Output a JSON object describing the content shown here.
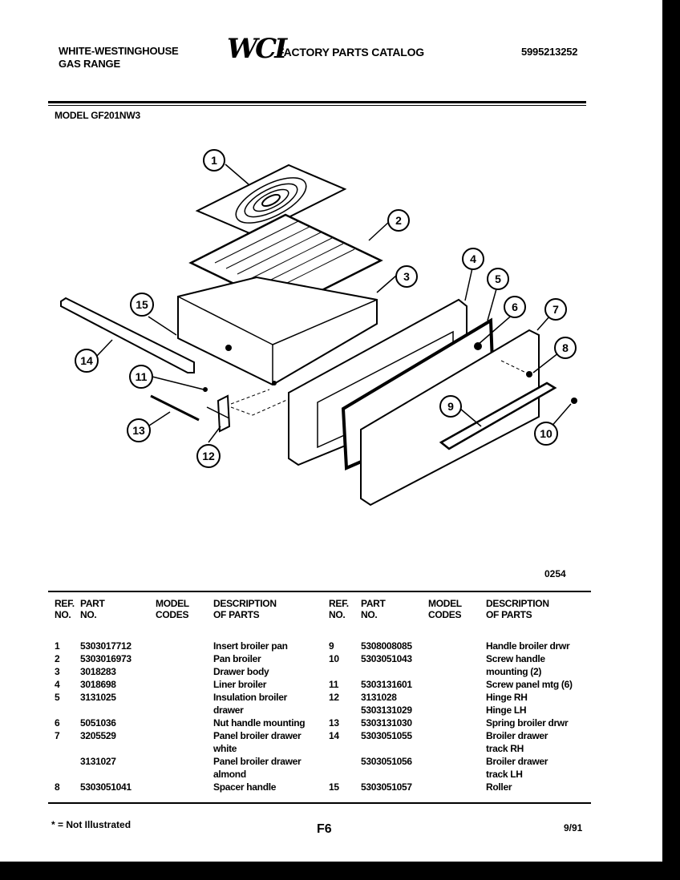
{
  "header": {
    "brand_line1": "WHITE-WESTINGHOUSE",
    "brand_line2": "GAS RANGE",
    "logo": "WCI",
    "catalog_title": "FACTORY PARTS CATALOG",
    "catalog_number": "5995213252",
    "model_label": "MODEL GF201NW3"
  },
  "diagram": {
    "callouts": [
      "1",
      "2",
      "3",
      "4",
      "5",
      "6",
      "7",
      "8",
      "9",
      "10",
      "11",
      "12",
      "13",
      "14",
      "15"
    ],
    "figure_code": "0254"
  },
  "table": {
    "headers": {
      "ref": "REF.\nNO.",
      "part": "PART\nNO.",
      "model": "MODEL\nCODES",
      "desc": "DESCRIPTION\nOF PARTS"
    },
    "left_rows": [
      {
        "ref": "1",
        "part": "5303017712",
        "model": "",
        "desc": "Insert broiler pan"
      },
      {
        "ref": "2",
        "part": "5303016973",
        "model": "",
        "desc": "Pan broiler"
      },
      {
        "ref": "3",
        "part": "3018283",
        "model": "",
        "desc": "Drawer body"
      },
      {
        "ref": "4",
        "part": "3018698",
        "model": "",
        "desc": "Liner broiler"
      },
      {
        "ref": "5",
        "part": "3131025",
        "model": "",
        "desc": "Insulation broiler"
      },
      {
        "ref": "",
        "part": "",
        "model": "",
        "desc": "drawer"
      },
      {
        "ref": "6",
        "part": "5051036",
        "model": "",
        "desc": "Nut handle mounting"
      },
      {
        "ref": "7",
        "part": "3205529",
        "model": "",
        "desc": "Panel broiler drawer"
      },
      {
        "ref": "",
        "part": "",
        "model": "",
        "desc": "white"
      },
      {
        "ref": "",
        "part": "3131027",
        "model": "",
        "desc": "Panel broiler drawer"
      },
      {
        "ref": "",
        "part": "",
        "model": "",
        "desc": "almond"
      },
      {
        "ref": "8",
        "part": "5303051041",
        "model": "",
        "desc": "Spacer handle"
      }
    ],
    "right_rows": [
      {
        "ref": "9",
        "part": "5308008085",
        "model": "",
        "desc": "Handle broiler drwr"
      },
      {
        "ref": "10",
        "part": "5303051043",
        "model": "",
        "desc": "Screw handle"
      },
      {
        "ref": "",
        "part": "",
        "model": "",
        "desc": "mounting (2)"
      },
      {
        "ref": "11",
        "part": "5303131601",
        "model": "",
        "desc": "Screw panel mtg (6)"
      },
      {
        "ref": "12",
        "part": "3131028",
        "model": "",
        "desc": "Hinge RH"
      },
      {
        "ref": "",
        "part": "5303131029",
        "model": "",
        "desc": "Hinge LH"
      },
      {
        "ref": "13",
        "part": "5303131030",
        "model": "",
        "desc": "Spring broiler drwr"
      },
      {
        "ref": "14",
        "part": "5303051055",
        "model": "",
        "desc": "Broiler drawer"
      },
      {
        "ref": "",
        "part": "",
        "model": "",
        "desc": "track RH"
      },
      {
        "ref": "",
        "part": "5303051056",
        "model": "",
        "desc": "Broiler drawer"
      },
      {
        "ref": "",
        "part": "",
        "model": "",
        "desc": "track LH"
      },
      {
        "ref": "15",
        "part": "5303051057",
        "model": "",
        "desc": "Roller"
      }
    ]
  },
  "footer": {
    "note": "* = Not Illustrated",
    "page": "F6",
    "date": "9/91"
  }
}
